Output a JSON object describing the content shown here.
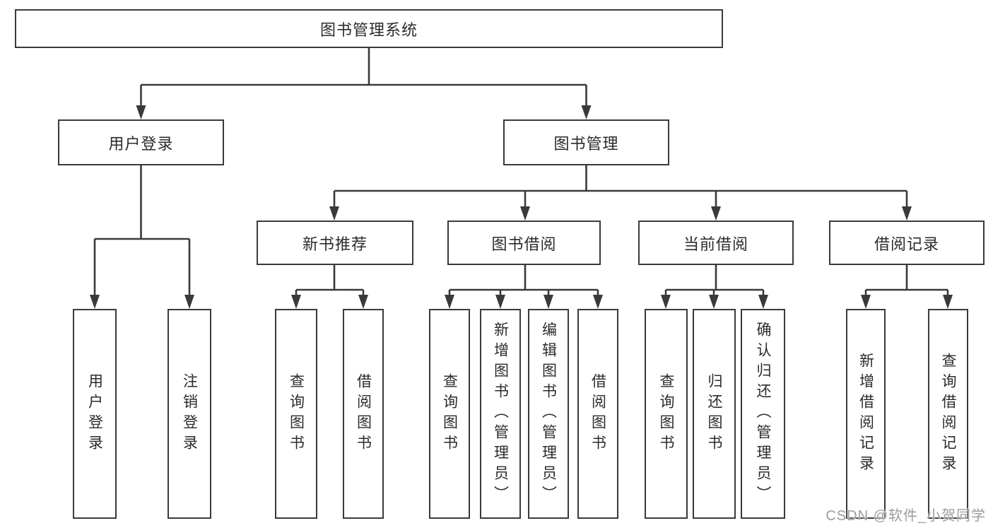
{
  "colors": {
    "line": "#3a3a3a",
    "text": "#2b2b2b",
    "watermark": "#9c9c9c",
    "bg": "#ffffff"
  },
  "watermark": {
    "text": "CSDN @软件_小贺同学"
  },
  "tree": {
    "label": "图书管理系统",
    "children": [
      {
        "label": "用户登录",
        "children": [
          {
            "label": "用户登录"
          },
          {
            "label": "注销登录"
          }
        ]
      },
      {
        "label": "图书管理",
        "children": [
          {
            "label": "新书推荐",
            "children": [
              {
                "label": "查询图书"
              },
              {
                "label": "借阅图书"
              }
            ]
          },
          {
            "label": "图书借阅",
            "children": [
              {
                "label": "查询图书"
              },
              {
                "label": "新增图书（管理员）"
              },
              {
                "label": "编辑图书（管理员）"
              },
              {
                "label": "借阅图书"
              }
            ]
          },
          {
            "label": "当前借阅",
            "children": [
              {
                "label": "查询图书"
              },
              {
                "label": "归还图书"
              },
              {
                "label": "确认归还（管理员）"
              }
            ]
          },
          {
            "label": "借阅记录",
            "children": [
              {
                "label": "新增借阅记录"
              },
              {
                "label": "查询借阅记录"
              }
            ]
          }
        ]
      }
    ]
  }
}
